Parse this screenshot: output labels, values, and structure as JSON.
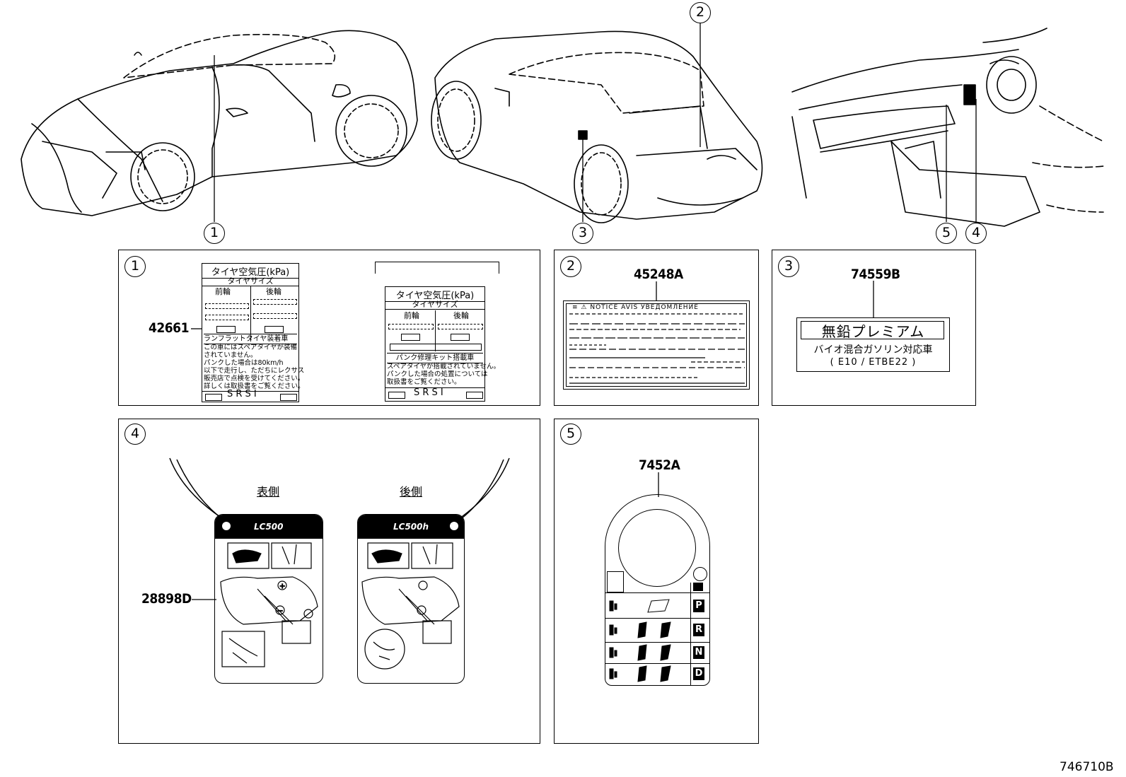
{
  "callouts": {
    "c1": "1",
    "c2": "2",
    "c3": "3",
    "c4": "4",
    "c5": "5"
  },
  "panel1": {
    "num": "1",
    "part": "42661",
    "label_a": {
      "title": "タイヤ空気圧(kPa)",
      "size": "タイヤサイズ",
      "front": "前輪",
      "rear": "後輪",
      "runflat": "ランフラットタイヤ装着車",
      "lines": [
        "この車にはスペアタイヤが装備",
        "されていません。",
        "パンクした場合は80km/h",
        "以下で走行し、ただちにレクサス",
        "販売店で点検を受けてください。",
        "詳しくは取扱書をご覧ください。"
      ],
      "srs": "S R S I"
    },
    "label_b": {
      "title": "タイヤ空気圧(kPa)",
      "size": "タイヤサイズ",
      "front": "前輪",
      "rear": "後輪",
      "kit": "パンク修理キット搭載車",
      "lines": [
        "スペアタイヤが搭載されていません。",
        "パンクした場合の処置については",
        "取扱書をご覧ください。"
      ],
      "srs": "S R S I"
    }
  },
  "panel2": {
    "num": "2",
    "part": "45248A",
    "header": "≡ ⚠ NOTICE  AVIS  УВЕДОМЛЕНИЕ"
  },
  "panel3": {
    "num": "3",
    "part": "74559B",
    "line1": "無鉛プレミアム",
    "line2": "バイオ混合ガソリン対応車",
    "line3": "( E10 / ETBE22 )"
  },
  "panel4": {
    "num": "4",
    "part": "28898D",
    "front_side": "表側",
    "back_side": "後側",
    "tag_front": "LC500",
    "tag_back": "LC500h"
  },
  "panel5": {
    "num": "5",
    "part": "7452A",
    "gears": [
      "P",
      "R",
      "N",
      "D"
    ]
  },
  "figure_id": "746710B"
}
